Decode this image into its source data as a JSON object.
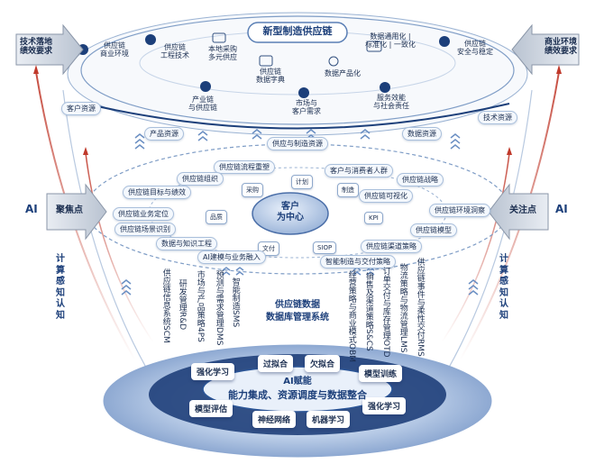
{
  "top": {
    "title": "新型制造供应链",
    "nodes": {
      "n1": "供应链\n商业环境",
      "n2": "供应链\n工程技术",
      "n3": "本地采购\n多元供应",
      "n4": "供应链\n数据字典",
      "n5": "数据产品化",
      "n6": "数据通用化 |\n标准化 | 一致化",
      "n7": "供应链\n安全与稳定",
      "n8": "产业链\n与供应链",
      "n9": "市场与\n客户需求",
      "n10": "服务效能\n与社会责任"
    },
    "side_left": "技术落地\n绩效要求",
    "side_right": "商业环境\n绩效要求"
  },
  "mid_pills": {
    "p1": "客户资源",
    "p2": "产品资源",
    "p3": "供应与制造资源",
    "p4": "数据资源",
    "p5": "技术资源"
  },
  "middle": {
    "center": "客户\n为中心",
    "left_arrow": "聚焦点",
    "right_arrow": "关注点",
    "ai_left": "AI",
    "ai_right": "AI",
    "badges": {
      "b1": "采购",
      "b2": "计划",
      "b3": "制造",
      "b4": "品质",
      "b5": "KPI",
      "b6": "文付",
      "b7": "SIOP"
    },
    "labels": {
      "l1": "供应链流程重塑",
      "l2": "客户与消费者人群",
      "l3": "供应链组织",
      "l4": "供应链战略",
      "l5": "供应链目标与绩效",
      "l6": "供应链可视化",
      "l7": "供应链业务定位",
      "l8": "供应链环境洞察",
      "l9": "供应链场景识别",
      "l10": "供应链模型",
      "l11": "数据与知识工程",
      "l12": "供应链渠道策略",
      "l13": "AI建模与业务融入",
      "l14": "智能制造与交付策略"
    }
  },
  "side_text": {
    "left": "计\n算\n感\n知\n认\n知",
    "right": "计\n算\n感\n知\n认\n知"
  },
  "vertical_left": [
    "供应链信息系统SCM",
    "研发管理R&D",
    "市场与产品策略4PS",
    "预测与需求管理DMS",
    "智能制造SMS"
  ],
  "vertical_center": "供应链数据\n数据库管理系统",
  "vertical_right": [
    "经营策略与商业模式OBM",
    "销售及渠道策略S&CS",
    "订单交付与库存管理OTD",
    "物流策略与物流管理LMS",
    "供应链事件与柔性交付RMS"
  ],
  "base": {
    "title": "AI赋能",
    "subtitle": "能力集成、资源调度与数据整合",
    "tiles": {
      "t1": "强化学习",
      "t2": "过拟合",
      "t3": "欠拟合",
      "t4": "模型训练",
      "t5": "模型评估",
      "t6": "神经网络",
      "t7": "机器学习",
      "t8": "强化学习"
    }
  },
  "colors": {
    "navy": "#1c3f7a",
    "light_blue": "#dde9f7",
    "ring": "#2b5597",
    "red_arrow": "#c0392b"
  }
}
